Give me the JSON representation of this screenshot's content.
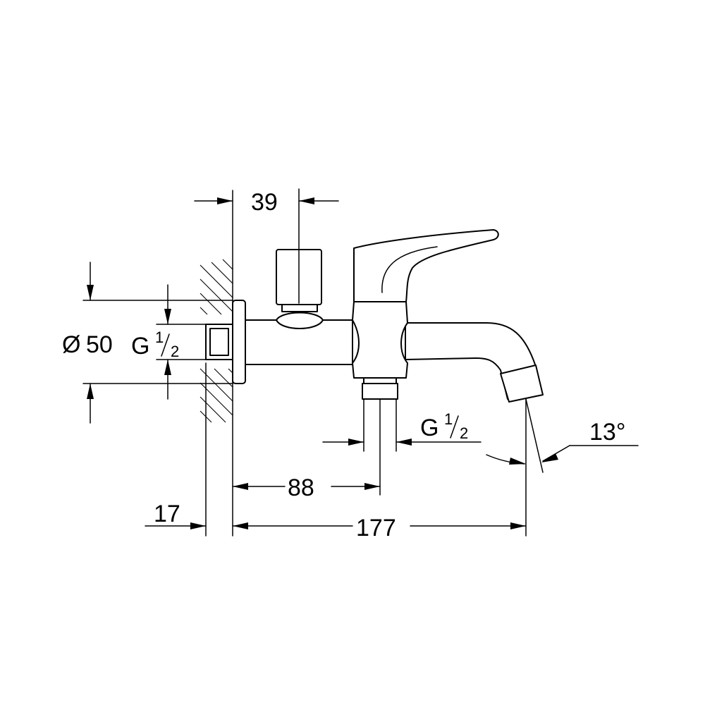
{
  "dimensions": {
    "d39": "39",
    "d50_symbol": "Ø",
    "d50_value": "50",
    "thread_letter": "G",
    "thread_num": "1",
    "thread_den": "2",
    "outlet_thread_letter": "G",
    "outlet_thread_num": "1",
    "outlet_thread_den": "2",
    "angle": "13°",
    "d88": "88",
    "d17": "17",
    "d177": "177"
  }
}
